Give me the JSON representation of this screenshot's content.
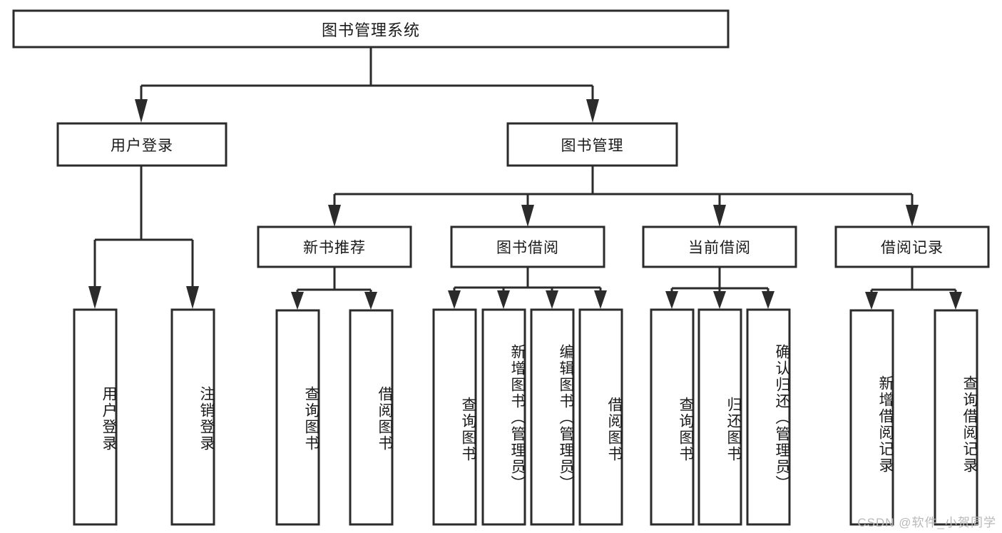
{
  "diagram": {
    "type": "tree",
    "title_node": {
      "id": "root",
      "label": "图书管理系统"
    },
    "level1": [
      {
        "id": "user-login",
        "label": "用户登录"
      },
      {
        "id": "book-manage",
        "label": "图书管理"
      }
    ],
    "level2": [
      {
        "id": "new-book-rec",
        "label": "新书推荐",
        "parent": "book-manage"
      },
      {
        "id": "book-borrow",
        "label": "图书借阅",
        "parent": "book-manage"
      },
      {
        "id": "current-borrow",
        "label": "当前借阅",
        "parent": "book-manage"
      },
      {
        "id": "borrow-record",
        "label": "借阅记录",
        "parent": "book-manage"
      }
    ],
    "leaves": [
      {
        "id": "leaf-user-login",
        "label": "用户登录",
        "parent": "user-login"
      },
      {
        "id": "leaf-logout",
        "label": "注销登录",
        "parent": "user-login"
      },
      {
        "id": "leaf-query-book-1",
        "label": "查询图书",
        "parent": "new-book-rec"
      },
      {
        "id": "leaf-borrow-book-1",
        "label": "借阅图书",
        "parent": "new-book-rec"
      },
      {
        "id": "leaf-query-book-2",
        "label": "查询图书",
        "parent": "book-borrow"
      },
      {
        "id": "leaf-add-book",
        "label": "新增图书（管理员）",
        "parent": "book-borrow"
      },
      {
        "id": "leaf-edit-book",
        "label": "编辑图书（管理员）",
        "parent": "book-borrow"
      },
      {
        "id": "leaf-borrow-book-2",
        "label": "借阅图书",
        "parent": "book-borrow"
      },
      {
        "id": "leaf-query-book-3",
        "label": "查询图书",
        "parent": "current-borrow"
      },
      {
        "id": "leaf-return-book",
        "label": "归还图书",
        "parent": "current-borrow"
      },
      {
        "id": "leaf-confirm-return",
        "label": "确认归还（管理员）",
        "parent": "current-borrow"
      },
      {
        "id": "leaf-add-record",
        "label": "新增借阅记录",
        "parent": "borrow-record"
      },
      {
        "id": "leaf-query-record",
        "label": "查询借阅记录",
        "parent": "borrow-record"
      }
    ],
    "colors": {
      "box_fill": "#ffffff",
      "box_stroke": "#2b2b2b",
      "text": "#1a1a1a",
      "background": "#ffffff",
      "watermark": "#b9b9b9"
    }
  },
  "watermark": {
    "text": "CSDN @软件_小贺同学"
  }
}
